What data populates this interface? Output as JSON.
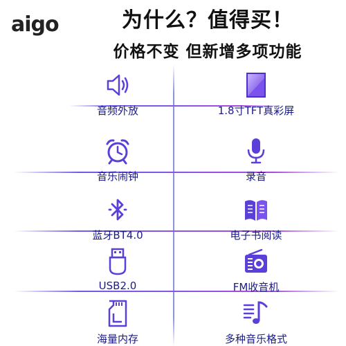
{
  "brand": {
    "logo_text": "aigo"
  },
  "header": {
    "title": "为什么？值得买！",
    "subtitle": "价格不变 但新增多项功能"
  },
  "features": [
    {
      "label": "音频外放",
      "icon": "speaker-icon"
    },
    {
      "label": "1.8寸TFT真彩屏",
      "icon": "screen-icon"
    },
    {
      "label": "音乐闹钟",
      "icon": "alarm-clock-icon"
    },
    {
      "label": "录音",
      "icon": "microphone-icon"
    },
    {
      "label": "蓝牙BT4.0",
      "icon": "bluetooth-icon"
    },
    {
      "label": "电子书阅读",
      "icon": "book-icon"
    },
    {
      "label": "USB2.0",
      "icon": "usb-icon"
    },
    {
      "label": "FM收音机",
      "icon": "radio-icon"
    },
    {
      "label": "海量内存",
      "icon": "sd-card-icon"
    },
    {
      "label": "多种音乐格式",
      "icon": "music-note-icon"
    }
  ],
  "colors": {
    "icon": "#5b3fd8",
    "label": "#1a1a8a",
    "divider": "#7a5ce6"
  }
}
